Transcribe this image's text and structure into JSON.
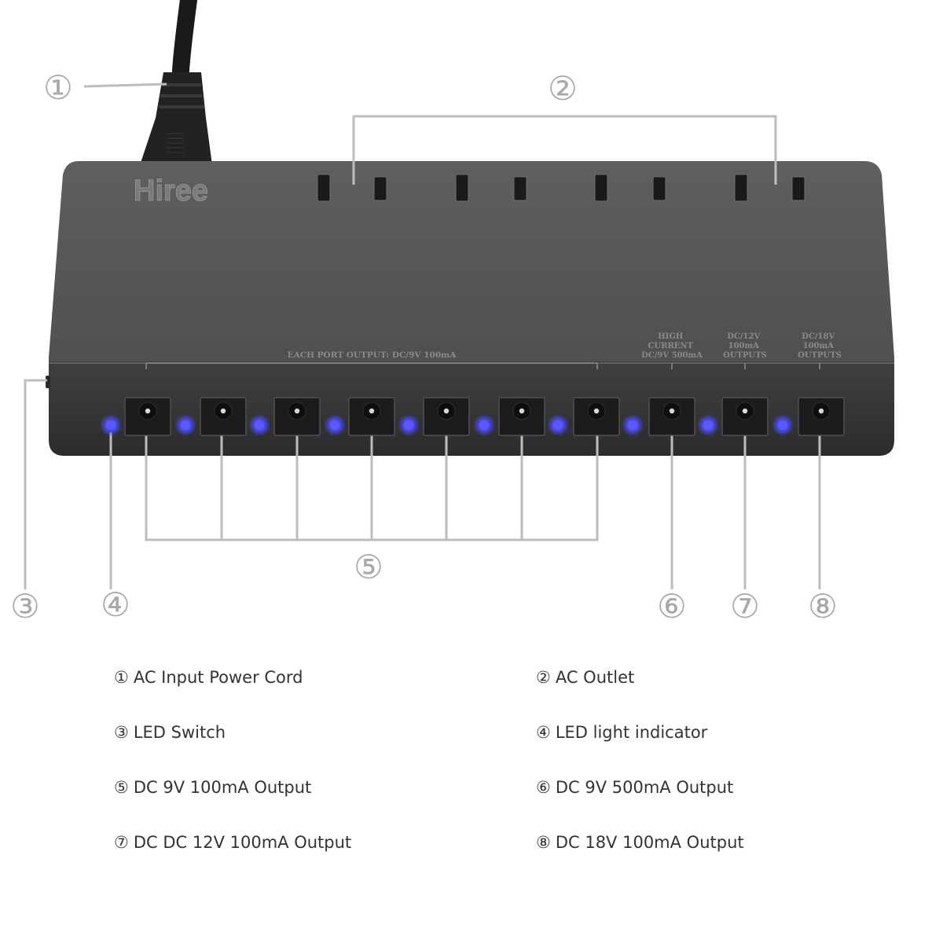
{
  "brand": "Hiree",
  "labels": {
    "each_port": "EACH PORT OUTPUT: DC/9V 100mA",
    "high_current": [
      "HIGH",
      "CURRENT",
      "DC/9V 500mA"
    ],
    "dc12": [
      "DC/12V",
      "100mA",
      "OUTPUTS"
    ],
    "dc18": [
      "DC/18V",
      "100mA",
      "OUTPUTS"
    ]
  },
  "callouts": [
    "①",
    "②",
    "③",
    "④",
    "⑤",
    "⑥",
    "⑦",
    "⑧"
  ],
  "legend": [
    {
      "num": "①",
      "text": "AC Input Power Cord"
    },
    {
      "num": "②",
      "text": "AC Outlet"
    },
    {
      "num": "③",
      "text": "LED Switch"
    },
    {
      "num": "④",
      "text": "LED light indicator"
    },
    {
      "num": "⑤",
      "text": "DC 9V 100mA Output"
    },
    {
      "num": "⑥",
      "text": "DC 9V 500mA Output"
    },
    {
      "num": "⑦",
      "text": "DC DC 12V 100mA Output"
    },
    {
      "num": "⑧",
      "text": "DC 18V 100mA Output"
    }
  ],
  "colors": {
    "body_top": "#5a5a5c",
    "body_front": "#3a3a3c",
    "led": "#4a4aff",
    "callout_line": "#bdbdbd",
    "callout_text": "#a8a8a8",
    "legend_text": "#333333"
  }
}
